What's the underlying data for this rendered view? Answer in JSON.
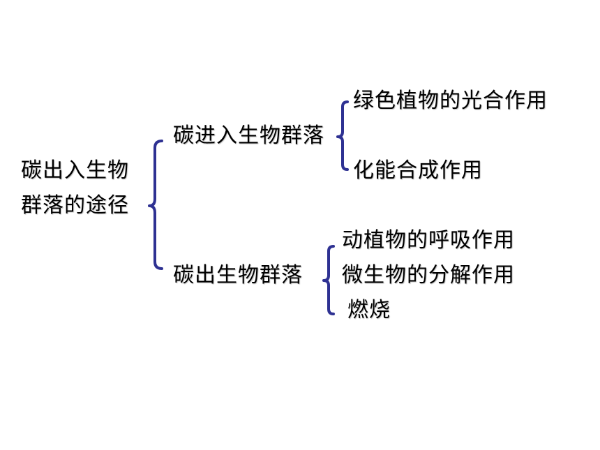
{
  "diagram": {
    "root": {
      "line1": "碳出入生物",
      "line2": "群落的途径"
    },
    "branch_in": {
      "label": "碳进入生物群落",
      "items": [
        "绿色植物的光合作用",
        "化能合成作用"
      ]
    },
    "branch_out": {
      "label": "碳出生物群落",
      "items": [
        "动植物的呼吸作用",
        "微生物的分解作用",
        "燃烧"
      ]
    },
    "colors": {
      "bracket": "#2e3192",
      "text": "#000000"
    }
  }
}
